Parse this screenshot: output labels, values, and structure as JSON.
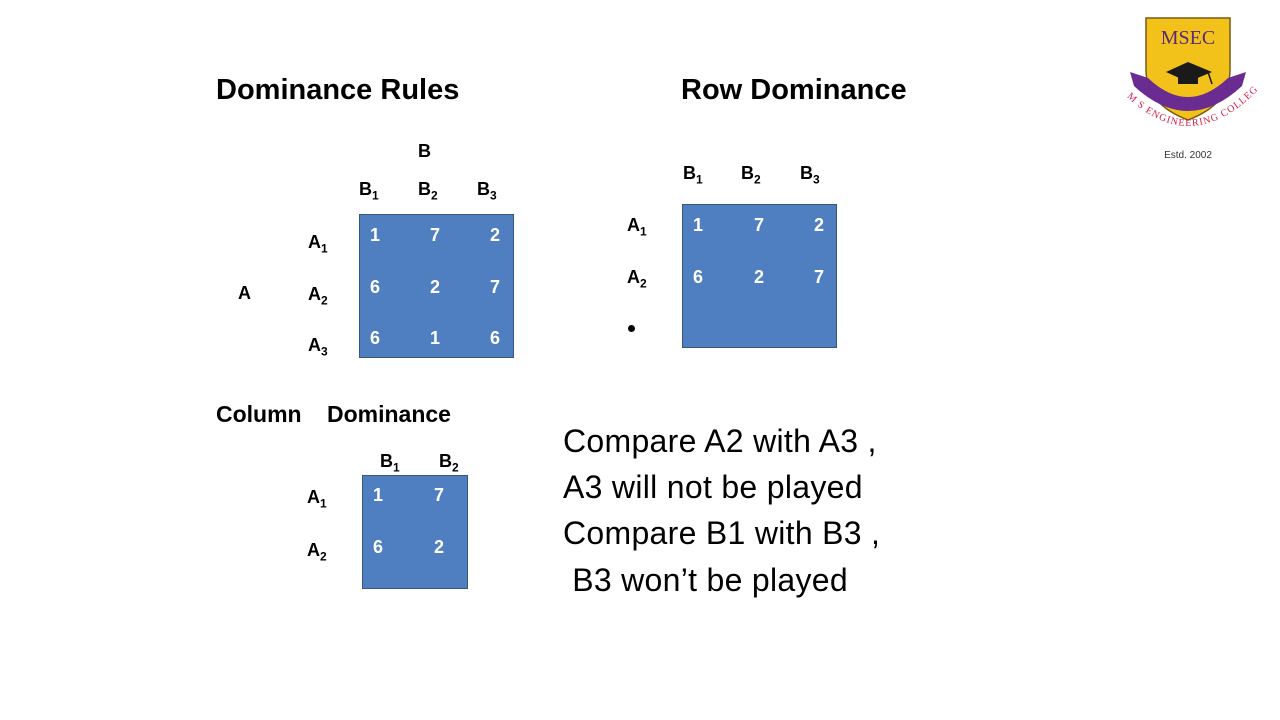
{
  "titles": {
    "dominance_rules": "Dominance Rules",
    "row_dominance": "Row Dominance",
    "column": "Column",
    "dominance": "Dominance"
  },
  "matrix_main": {
    "player_col": "B",
    "player_row": "A",
    "col_headers": [
      {
        "base": "B",
        "sub": "1"
      },
      {
        "base": "B",
        "sub": "2"
      },
      {
        "base": "B",
        "sub": "3"
      }
    ],
    "row_headers": [
      {
        "base": "A",
        "sub": "1"
      },
      {
        "base": "A",
        "sub": "2"
      },
      {
        "base": "A",
        "sub": "3"
      }
    ],
    "rows": [
      [
        "1",
        "7",
        "2"
      ],
      [
        "6",
        "2",
        "7"
      ],
      [
        "6",
        "1",
        "6"
      ]
    ]
  },
  "matrix_row": {
    "col_headers": [
      {
        "base": "B",
        "sub": "1"
      },
      {
        "base": "B",
        "sub": "2"
      },
      {
        "base": "B",
        "sub": "3"
      }
    ],
    "row_headers": [
      {
        "base": "A",
        "sub": "1"
      },
      {
        "base": "A",
        "sub": "2"
      }
    ],
    "rows": [
      [
        "1",
        "7",
        "2"
      ],
      [
        "6",
        "2",
        "7"
      ]
    ]
  },
  "matrix_col": {
    "col_headers": [
      {
        "base": "B",
        "sub": "1"
      },
      {
        "base": "B",
        "sub": "2"
      }
    ],
    "row_headers": [
      {
        "base": "A",
        "sub": "1"
      },
      {
        "base": "A",
        "sub": "2"
      }
    ],
    "rows": [
      [
        "1",
        "7"
      ],
      [
        "6",
        "2"
      ]
    ]
  },
  "notes": [
    "Compare A2 with A3 ,",
    "A3 will not be played",
    "Compare B1 with B3 ,",
    " B3 won’t be played"
  ],
  "logo": {
    "acronym": "MSEC",
    "name": "M S ENGINEERING COLLEGE",
    "established": "Estd. 2002",
    "colors": {
      "shield": "#f2c21b",
      "ribbon": "#6a2c91",
      "text_red": "#d11b4b"
    }
  }
}
